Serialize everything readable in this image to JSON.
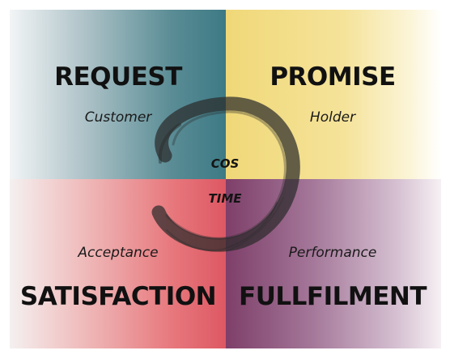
{
  "quadrants": {
    "request": {
      "title": "REQUEST",
      "role": "Customer"
    },
    "promise": {
      "title": "PROMISE",
      "role": "Holder"
    },
    "satisfaction": {
      "title": "SATISFACTION",
      "role": "Acceptance"
    },
    "fulfilment": {
      "title": "FULLFILMENT",
      "role": "Performance"
    }
  },
  "center": {
    "top": "COS",
    "bottom": "TIME"
  },
  "colors": {
    "request": "#3d7a85",
    "promise": "#f0d878",
    "satisfaction": "#de5863",
    "fulfilment": "#7e3f69",
    "brush": "#2b2b2b"
  }
}
